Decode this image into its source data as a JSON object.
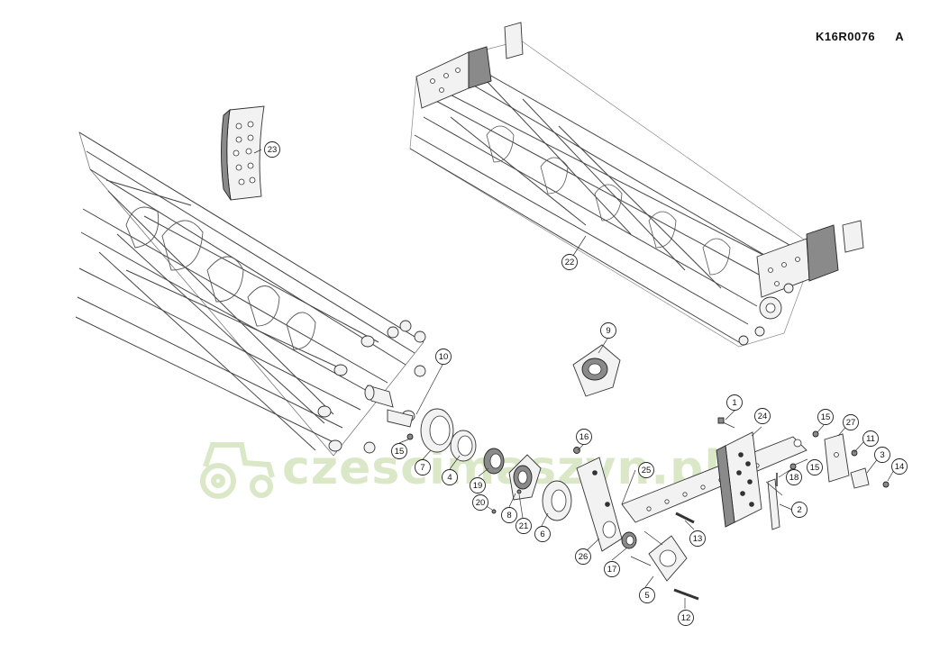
{
  "document": {
    "code": "K16R0076",
    "revision": "A"
  },
  "watermark": {
    "text": "czescimaszyn.pl",
    "icon": "tractor-icon",
    "color": "#7fb03c"
  },
  "callouts": [
    {
      "label": "1"
    },
    {
      "label": "2"
    },
    {
      "label": "3"
    },
    {
      "label": "4"
    },
    {
      "label": "5"
    },
    {
      "label": "6"
    },
    {
      "label": "7"
    },
    {
      "label": "8"
    },
    {
      "label": "9"
    },
    {
      "label": "10"
    },
    {
      "label": "11"
    },
    {
      "label": "12"
    },
    {
      "label": "13"
    },
    {
      "label": "14"
    },
    {
      "label": "15"
    },
    {
      "label": "15"
    },
    {
      "label": "15"
    },
    {
      "label": "16"
    },
    {
      "label": "17"
    },
    {
      "label": "18"
    },
    {
      "label": "19"
    },
    {
      "label": "20"
    },
    {
      "label": "21"
    },
    {
      "label": "22"
    },
    {
      "label": "23"
    },
    {
      "label": "24"
    },
    {
      "label": "25"
    },
    {
      "label": "26"
    },
    {
      "label": "27"
    }
  ]
}
